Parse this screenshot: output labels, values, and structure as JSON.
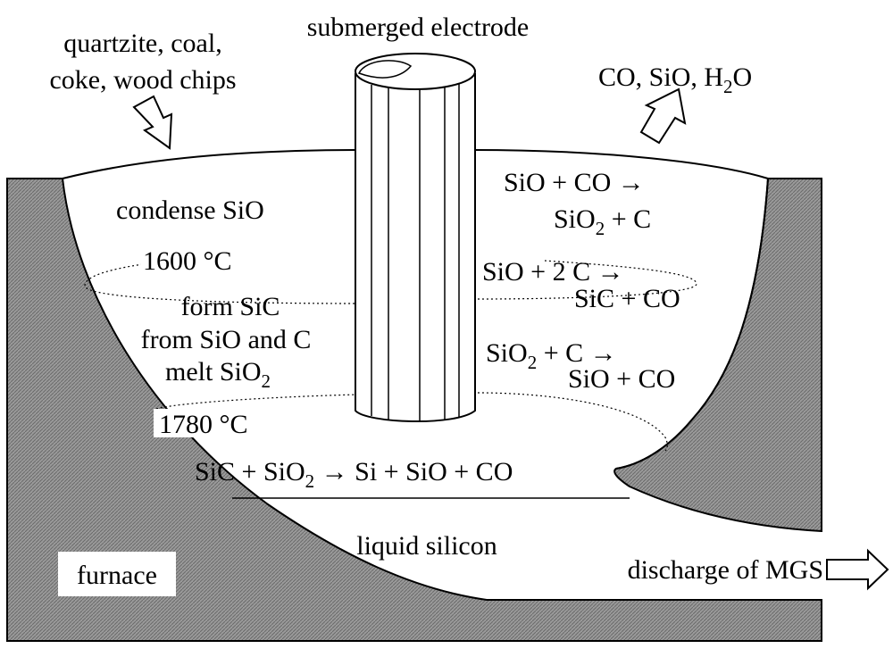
{
  "inputs": {
    "line1": "quartzite, coal,",
    "line2": "coke, wood chips"
  },
  "electrode_label": "submerged electrode",
  "outputs": {
    "prefix": "CO, SiO, H",
    "sub": "2",
    "suffix": "O"
  },
  "zones": {
    "condense": "condense SiO",
    "temp1": "1600 °C",
    "form1": "form SiC",
    "form2": "from SiO and C",
    "melt_main": "melt SiO",
    "melt_sub": "2",
    "temp2": "1780 °C"
  },
  "reactions": {
    "r1_line1": "SiO + CO →",
    "r1_line2_main": "SiO",
    "r1_line2_sub": "2",
    "r1_line2_rest": " + C",
    "r2_line1": "SiO + 2 C →",
    "r2_line2": "SiC + CO",
    "r3_line1_main": "SiO",
    "r3_line1_sub": "2",
    "r3_line1_rest": " + C →",
    "r3_line2": "SiO + CO",
    "bottom_a": "SiC + SiO",
    "bottom_sub": "2",
    "bottom_b": " → Si + SiO + CO"
  },
  "liquid_label": "liquid silicon",
  "furnace_label": "furnace",
  "discharge_label": "discharge of MGS",
  "colors": {
    "furnace_fill": "#8a8a8a",
    "line": "#000000",
    "background": "#ffffff"
  }
}
